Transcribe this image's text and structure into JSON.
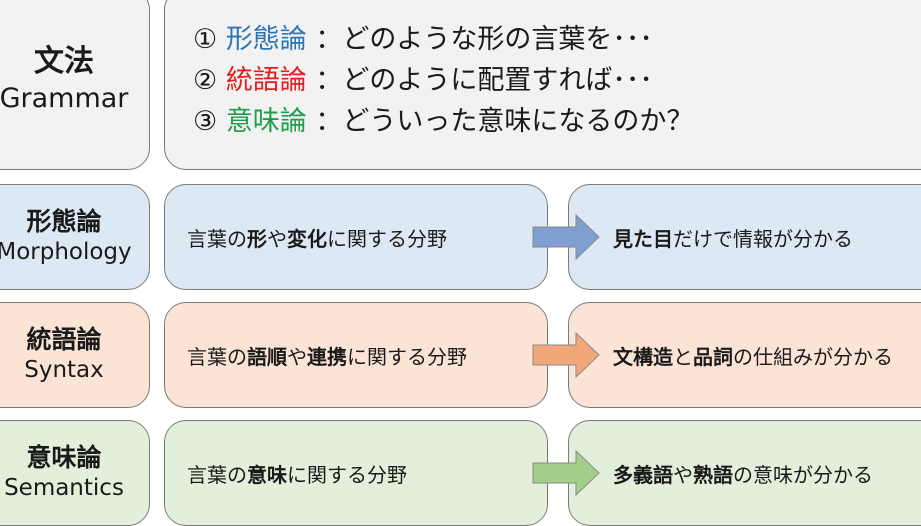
{
  "header": {
    "title_jp": "文法",
    "title_en": "Grammar",
    "items": [
      {
        "num": "①",
        "term": "形態論",
        "color": "#2e75b6",
        "desc": "：どのような形の言葉を･･･"
      },
      {
        "num": "②",
        "term": "統語論",
        "color": "#e02020",
        "desc": "：どのように配置すれば･･･"
      },
      {
        "num": "③",
        "term": "意味論",
        "color": "#1f9e4a",
        "desc": "：どういった意味になるのか？"
      }
    ]
  },
  "rows": [
    {
      "jp": "形態論",
      "en": "Morphology",
      "theme": "blue",
      "arrow_color": "#7f9fd0",
      "desc": [
        {
          "t": "言葉の",
          "b": false
        },
        {
          "t": "形",
          "b": true
        },
        {
          "t": "や",
          "b": false
        },
        {
          "t": "変化",
          "b": true
        },
        {
          "t": "に関する分野",
          "b": false
        }
      ],
      "result": [
        {
          "t": "見た目",
          "b": true
        },
        {
          "t": "だけで情報が分かる",
          "b": false
        }
      ]
    },
    {
      "jp": "統語論",
      "en": "Syntax",
      "theme": "orange",
      "arrow_color": "#f2a77a",
      "desc": [
        {
          "t": "言葉の",
          "b": false
        },
        {
          "t": "語順",
          "b": true
        },
        {
          "t": "や",
          "b": false
        },
        {
          "t": "連携",
          "b": true
        },
        {
          "t": "に関する分野",
          "b": false
        }
      ],
      "result": [
        {
          "t": "文構造",
          "b": true
        },
        {
          "t": "と",
          "b": false
        },
        {
          "t": "品詞",
          "b": true
        },
        {
          "t": "の仕組みが分かる",
          "b": false
        }
      ]
    },
    {
      "jp": "意味論",
      "en": "Semantics",
      "theme": "green",
      "arrow_color": "#a3cf8a",
      "desc": [
        {
          "t": "言葉の",
          "b": false
        },
        {
          "t": "意味",
          "b": true
        },
        {
          "t": "に関する分野",
          "b": false
        }
      ],
      "result": [
        {
          "t": "多義語",
          "b": true
        },
        {
          "t": "や",
          "b": false
        },
        {
          "t": "熟語",
          "b": true
        },
        {
          "t": "の意味が分かる",
          "b": false
        }
      ]
    }
  ]
}
